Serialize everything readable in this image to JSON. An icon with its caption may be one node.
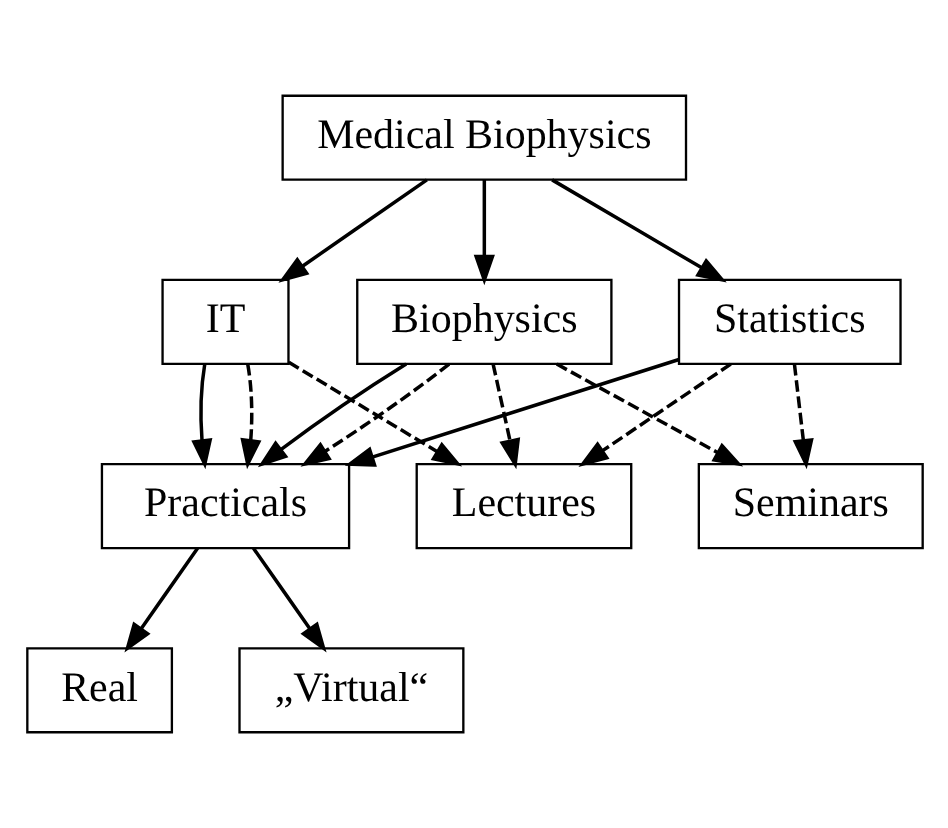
{
  "diagram": {
    "nodes": [
      {
        "text": [
          "Medical Biophysics"
        ]
      },
      {
        "text": [
          "Biophysics"
        ]
      },
      {
        "text": [
          "Statistics"
        ]
      },
      {
        "text": [
          "IT"
        ]
      },
      {
        "text": [
          "Lectures"
        ]
      },
      {
        "text": [
          "Practicals"
        ]
      },
      {
        "text": [
          "Seminars"
        ]
      },
      {
        "text": [
          "Real"
        ]
      },
      {
        "text": [
          "„Virtual“"
        ]
      }
    ],
    "edges": [
      {
        "from": 0,
        "to": 1,
        "arrow": "to"
      },
      {
        "from": 0,
        "to": 2,
        "arrow": "to"
      },
      {
        "from": 0,
        "to": 3,
        "arrow": "to"
      },
      {
        "from": 1,
        "to": 5,
        "arrow": "to"
      },
      {
        "from": 2,
        "to": 5,
        "arrow": "to"
      },
      {
        "from": 3,
        "to": 5,
        "arrow": "to"
      },
      {
        "from": 1,
        "to": 4,
        "arrow": "to",
        "style": "dashed"
      },
      {
        "from": 1,
        "to": 5,
        "arrow": "to",
        "style": "dashed"
      },
      {
        "from": 1,
        "to": 6,
        "arrow": "to",
        "style": "dashed"
      },
      {
        "from": 2,
        "to": 4,
        "arrow": "to",
        "style": "dashed"
      },
      {
        "from": 2,
        "to": 6,
        "arrow": "to",
        "style": "dashed"
      },
      {
        "from": 3,
        "to": 4,
        "arrow": "to",
        "style": "dashed"
      },
      {
        "from": 3,
        "to": 5,
        "arrow": "to",
        "style": "dashed"
      },
      {
        "from": 5,
        "to": 7,
        "arrow": "to"
      },
      {
        "from": 5,
        "to": 8,
        "arrow": "to"
      }
    ]
  }
}
